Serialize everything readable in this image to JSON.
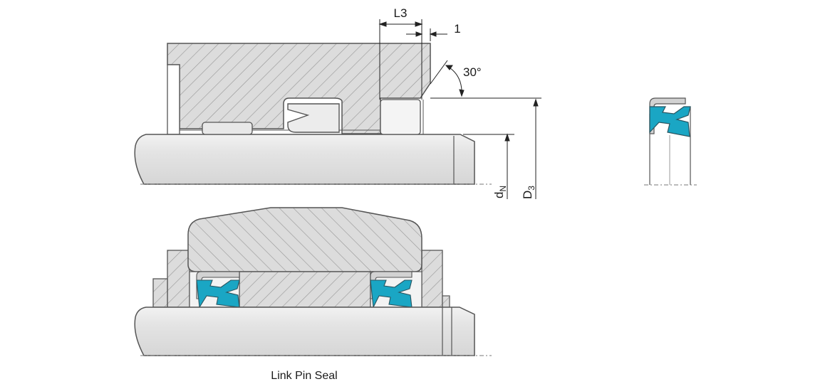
{
  "labels": {
    "l3": "L3",
    "dim_1": "1",
    "angle": "30°",
    "dn_main": "d",
    "dn_sub": "N",
    "d3_main": "D",
    "d3_sub": "3",
    "caption": "Link Pin Seal"
  },
  "colors": {
    "background": "#ffffff",
    "steel_fill": "#e3e3e3",
    "hatch_fill": "#dcdcdc",
    "hatch_line": "#9a9a9a",
    "outline": "#555555",
    "seal_blue": "#1aa6c4",
    "seal_ring": "#c8c8c8",
    "dim_line": "#222222"
  }
}
